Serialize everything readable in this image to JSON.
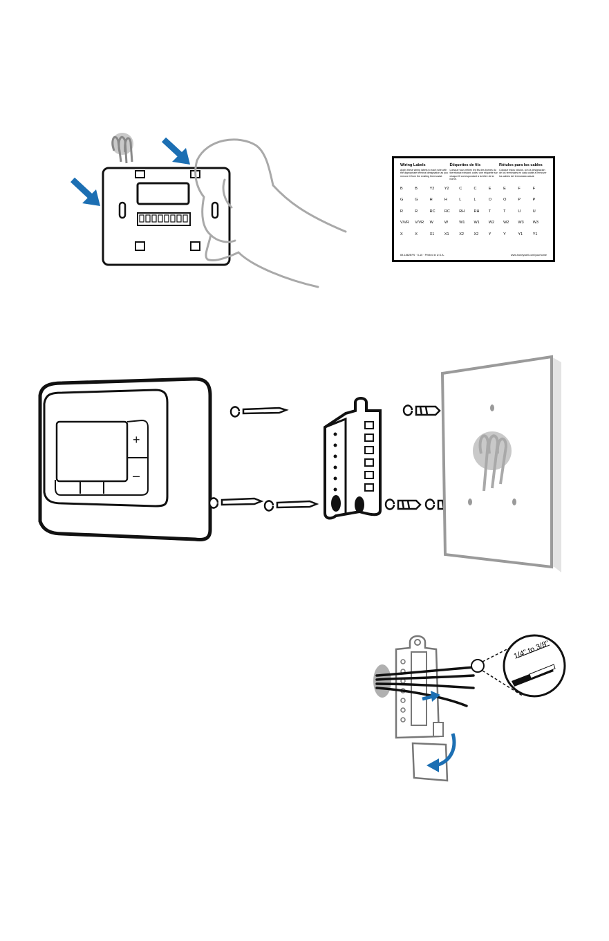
{
  "wiring_label_card": {
    "columns": [
      {
        "heading": "Wiring Labels",
        "text": "Apply these wiring labels to each wire with the appropriate terminal designation as you remove it from the existing thermostat."
      },
      {
        "heading": "Étiquettes de fils",
        "text": "Lorsque vous retirez les fils des bornes du thermostat existant, collez une étiquette sur chaque fil correspondant à la lettre de la borne."
      },
      {
        "heading": "Rótulos para los cables",
        "text": "Coloque estos rótulos, con la designación de los terminales en cada cable al remover los cables del termostato actual."
      }
    ],
    "rows": [
      [
        "B",
        "B",
        "Y2",
        "Y2",
        "C",
        "C",
        "E",
        "E",
        "F",
        "F"
      ],
      [
        "G",
        "G",
        "H",
        "H",
        "L",
        "L",
        "O",
        "O",
        "P",
        "P"
      ],
      [
        "R",
        "R",
        "RC",
        "RC",
        "RH",
        "RH",
        "T",
        "T",
        "U",
        "U"
      ],
      [
        "V/VR",
        "V/VR",
        "W",
        "W",
        "W1",
        "W1",
        "W2",
        "W2",
        "W3",
        "W3"
      ],
      [
        "X",
        "X",
        "X1",
        "X1",
        "X2",
        "X2",
        "Y",
        "Y",
        "Y1",
        "Y1"
      ]
    ],
    "footer_left": "69-1862EFS  ·  5-10  ·  Printed in U.S.A.",
    "footer_right": "www.honeywell.com/yourhome"
  },
  "thermostat": {
    "plus_symbol": "+",
    "minus_symbol": "–"
  },
  "wire_strip_callout": {
    "length_text": "1/4\" to 3/8\""
  },
  "colors": {
    "arrow_blue": "#1c6fb3",
    "line_black": "#111111",
    "gray_line": "#a9a9a9",
    "wall_gray": "#9a9a9a"
  }
}
